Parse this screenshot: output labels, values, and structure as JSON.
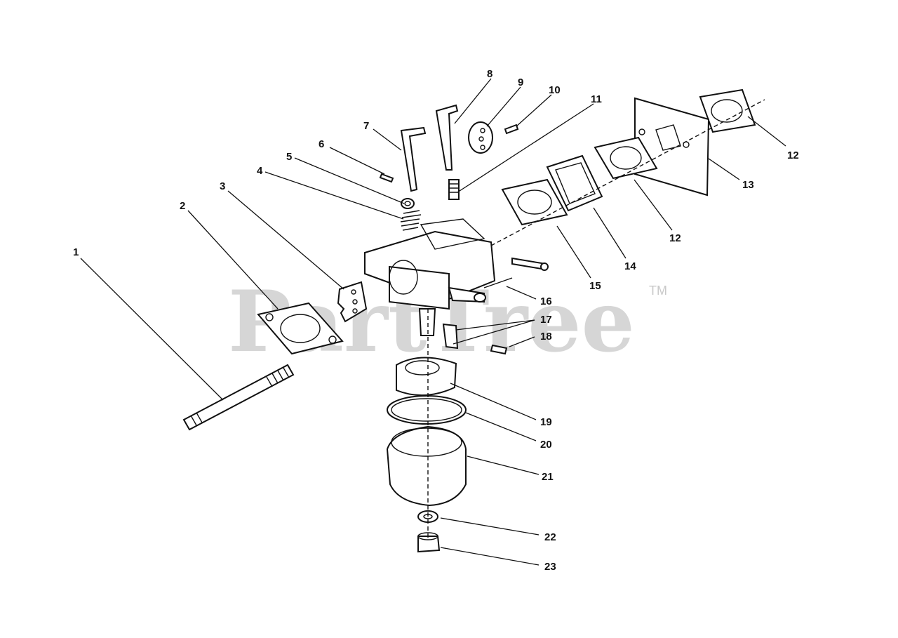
{
  "watermark": {
    "text": "PartTree",
    "tm": "TM"
  },
  "callouts": [
    {
      "id": "c1",
      "label": "1"
    },
    {
      "id": "c2",
      "label": "2"
    },
    {
      "id": "c3",
      "label": "3"
    },
    {
      "id": "c4",
      "label": "4"
    },
    {
      "id": "c5",
      "label": "5"
    },
    {
      "id": "c6",
      "label": "6"
    },
    {
      "id": "c7",
      "label": "7"
    },
    {
      "id": "c8",
      "label": "8"
    },
    {
      "id": "c9",
      "label": "9"
    },
    {
      "id": "c10",
      "label": "10"
    },
    {
      "id": "c11",
      "label": "11"
    },
    {
      "id": "c12a",
      "label": "12"
    },
    {
      "id": "c12b",
      "label": "12"
    },
    {
      "id": "c13",
      "label": "13"
    },
    {
      "id": "c14",
      "label": "14"
    },
    {
      "id": "c15",
      "label": "15"
    },
    {
      "id": "c16",
      "label": "16"
    },
    {
      "id": "c17",
      "label": "17"
    },
    {
      "id": "c18",
      "label": "18"
    },
    {
      "id": "c19",
      "label": "19"
    },
    {
      "id": "c20",
      "label": "20"
    },
    {
      "id": "c21",
      "label": "21"
    },
    {
      "id": "c22",
      "label": "22"
    },
    {
      "id": "c23",
      "label": "23"
    }
  ]
}
